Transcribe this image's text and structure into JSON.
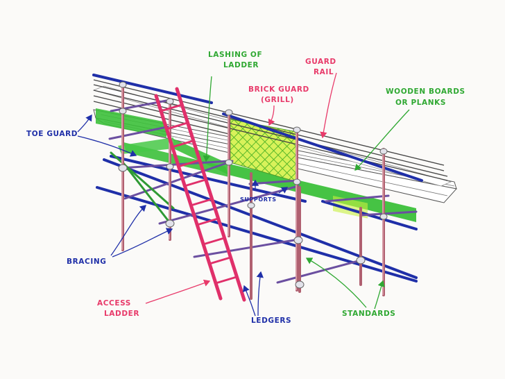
{
  "labels": {
    "lashing_line1": "LASHING OF",
    "lashing_line2": "LADDER",
    "guard_line1": "GUARD",
    "guard_line2": "RAIL",
    "brick_line1": "BRICK GUARD",
    "brick_line2": "(GRILL)",
    "wooden_line1": "WOODEN BOARDS",
    "wooden_line2": "OR PLANKS",
    "toe_guard": "TOE GUARD",
    "supports": "SUPPORTS",
    "bracing": "BRACING",
    "access_line1": "ACCESS",
    "access_line2": "LADDER",
    "ledgers": "LEDGERS",
    "standards": "STANDARDS"
  },
  "colors": {
    "blue": "#1f2fa8",
    "red": "#d8245a",
    "green": "#2fa832",
    "pink": "#e83a6a",
    "purple": "#6b4fa0",
    "standard": "#c87a8a",
    "ladder": "#e0306a",
    "plank_green": "#3cc03a",
    "grill": "#c8f040",
    "clamp": "#d8d8e0"
  },
  "icons": [
    "arrow-icon"
  ]
}
